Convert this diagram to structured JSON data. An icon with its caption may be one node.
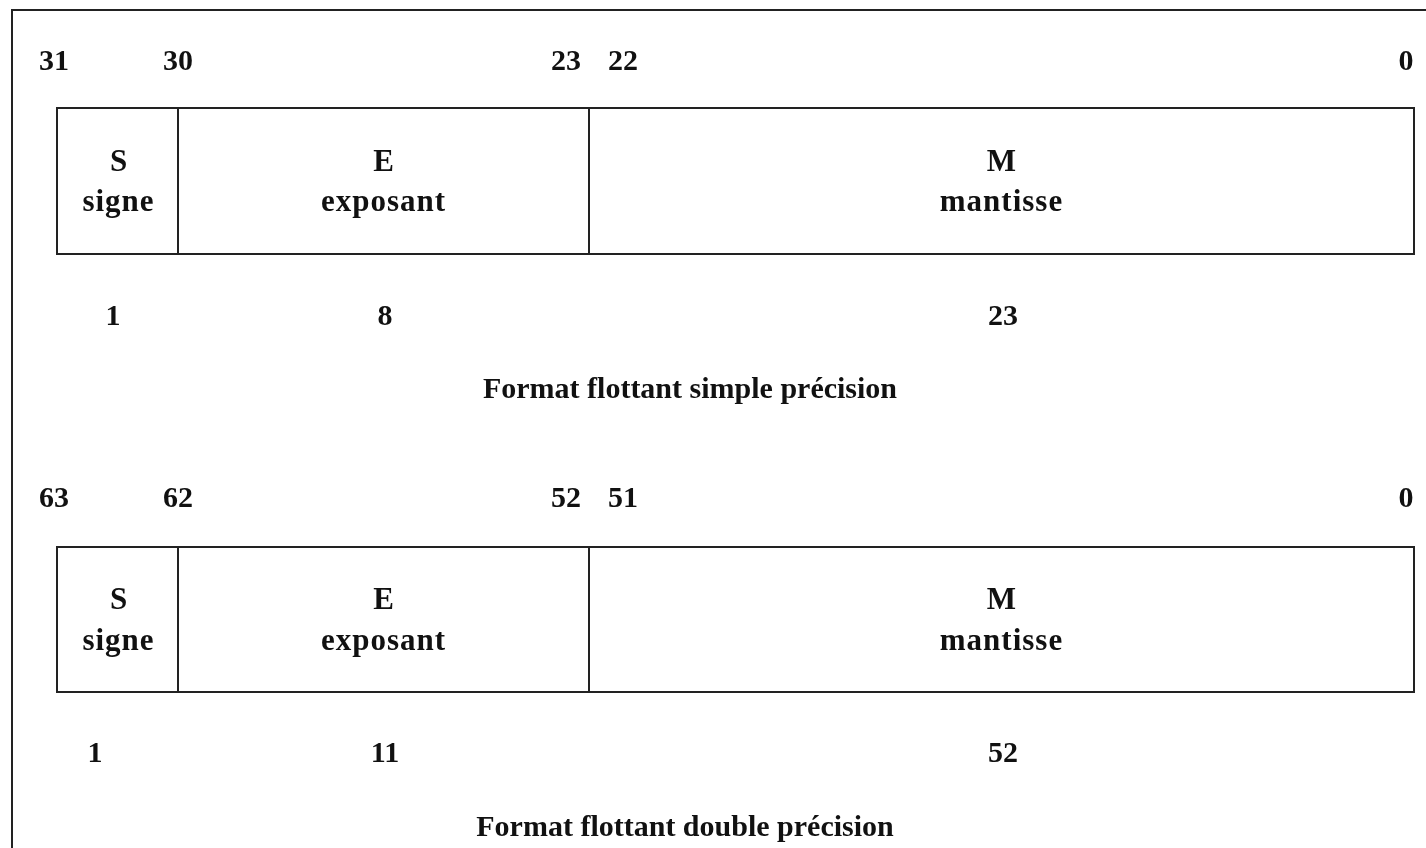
{
  "diagram": {
    "nodes": [
      {
        "text": [
          "S",
          "signe"
        ]
      },
      {
        "text": [
          "E",
          "exposant"
        ]
      },
      {
        "text": [
          "M",
          "mantisse"
        ]
      },
      {
        "text": [
          "S",
          "signe"
        ]
      },
      {
        "text": [
          "E",
          "exposant"
        ]
      },
      {
        "text": [
          "M",
          "mantisse"
        ]
      }
    ],
    "labels": [
      "31",
      "30",
      "23",
      "22",
      "0",
      "1",
      "8",
      "23",
      "Format flottant simple précision",
      "63",
      "62",
      "52",
      "51",
      "0",
      "1",
      "11",
      "52",
      "Format flottant double précision"
    ]
  }
}
